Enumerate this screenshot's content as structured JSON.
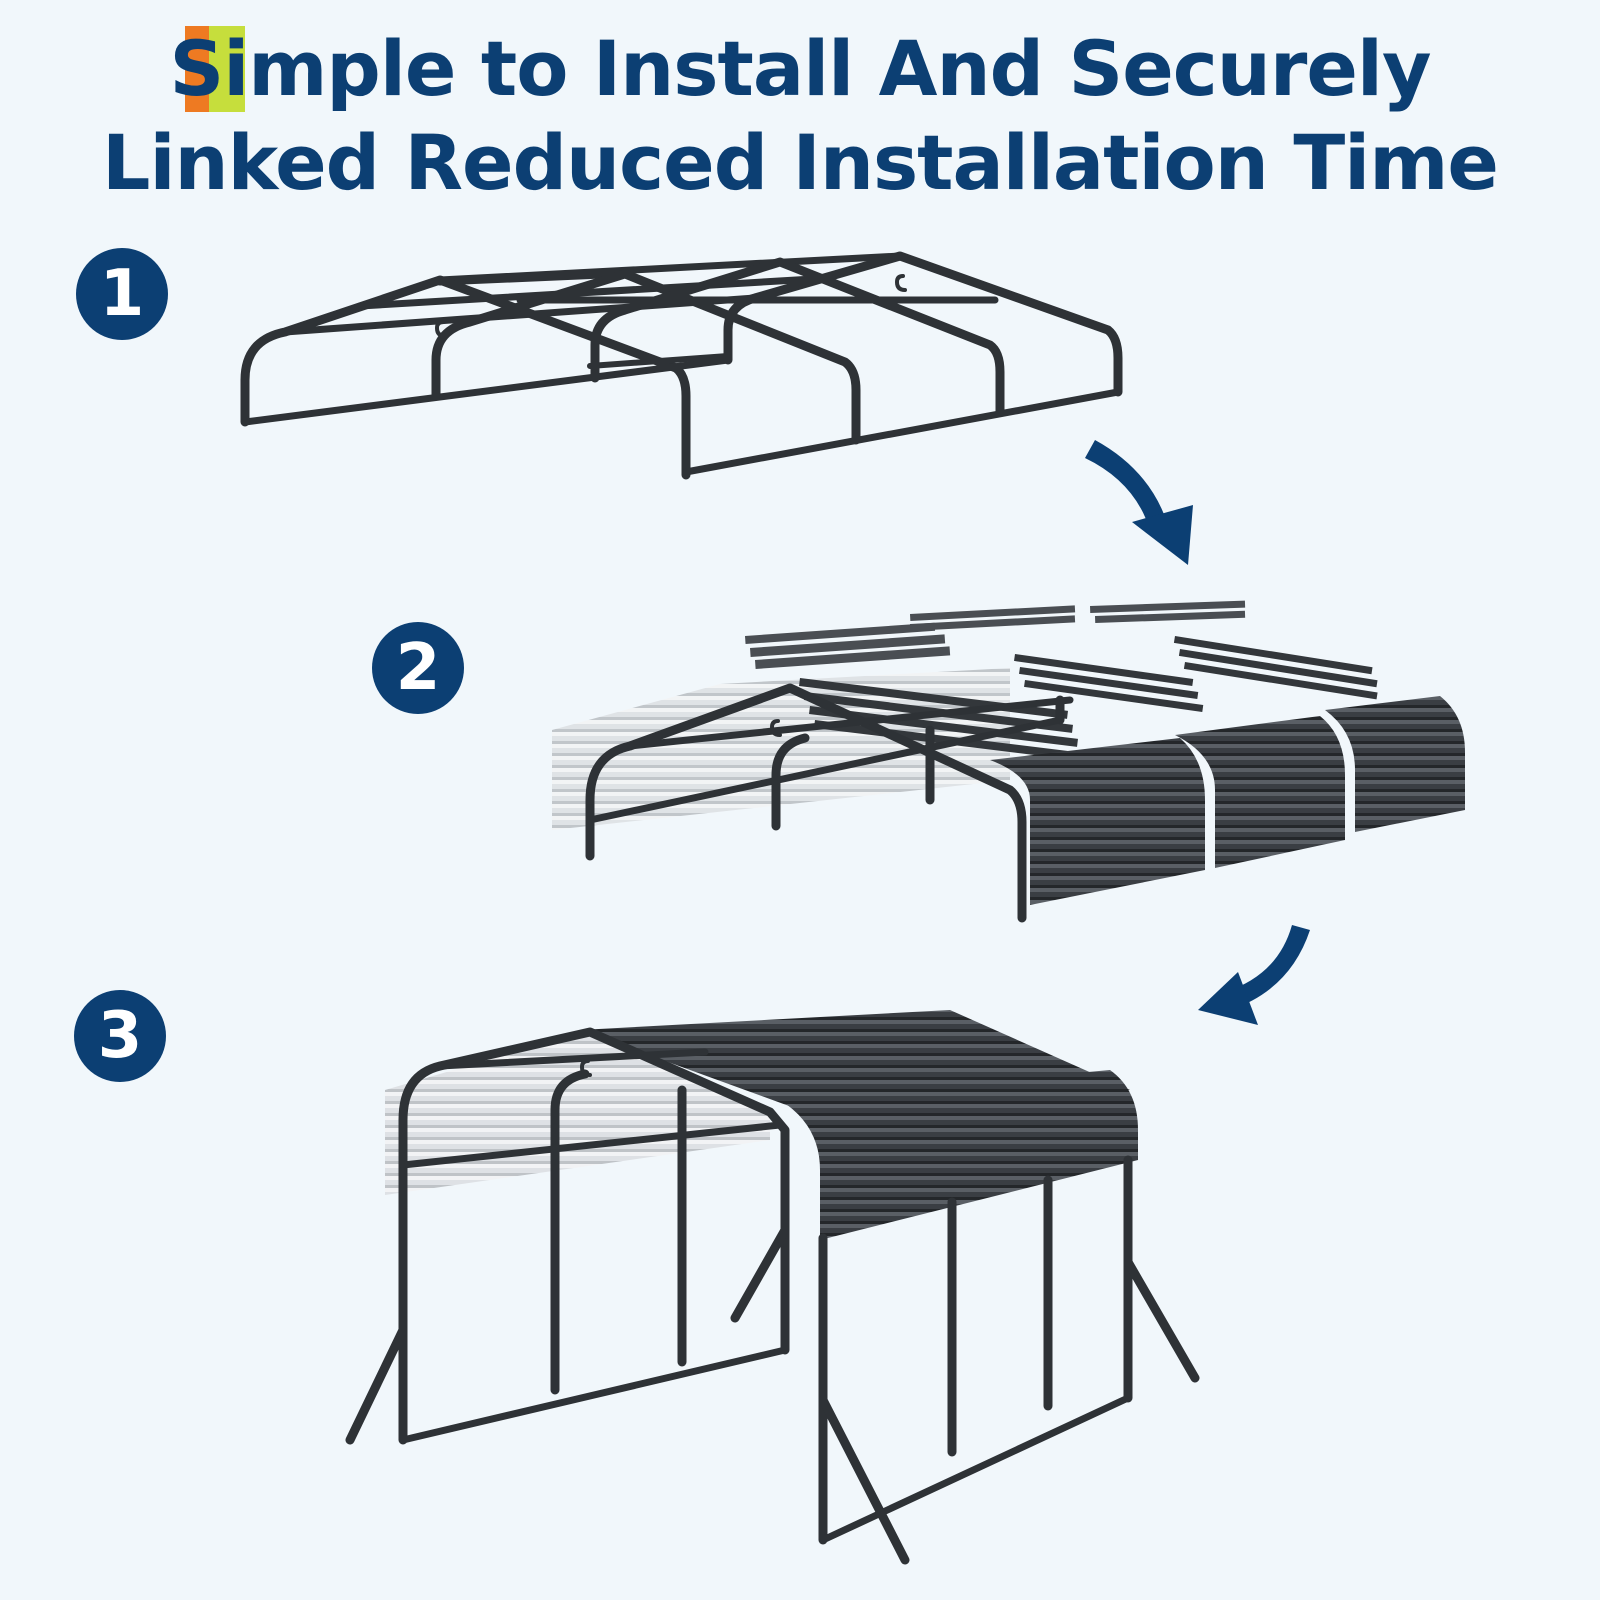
{
  "title": {
    "line1": "Simple to Install And Securely",
    "line2": "Linked Reduced Installation Time"
  },
  "steps": [
    {
      "label": "1"
    },
    {
      "label": "2"
    },
    {
      "label": "3"
    }
  ],
  "colors": {
    "background": "#f1f7fb",
    "title": "#0c3f73",
    "badge": "#0c3f73",
    "arrow": "#0c3f73",
    "frame": "#2e3236",
    "panel_dark": "#3a3e43",
    "panel_light": "#d9dcdf",
    "accent_orange": "#ee7a22",
    "accent_lime": "#c6de3c"
  }
}
